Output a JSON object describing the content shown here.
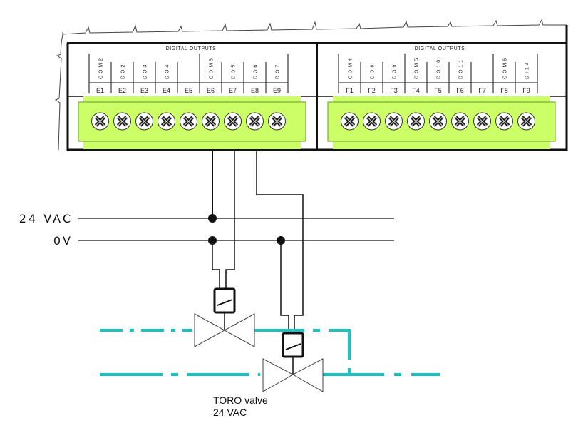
{
  "diagram": {
    "title": "Digital outputs wiring to TORO valves",
    "colors": {
      "terminal_block": "#ccff66",
      "terminal_block_edge": "#66aa33",
      "pipe": "#19c3c3",
      "wire": "#111111"
    },
    "modules": [
      {
        "id": "E",
        "header": "DIGITAL OUTPUTS",
        "signals": [
          "COM2",
          "DO2",
          "DO3",
          "DO4",
          "",
          "COM3",
          "DO5",
          "DO6",
          "DO7"
        ],
        "terminals": [
          "E1",
          "E2",
          "E3",
          "E4",
          "E5",
          "E6",
          "E7",
          "E8",
          "E9"
        ]
      },
      {
        "id": "F",
        "header": "DIGITAL OUTPUTS",
        "signals": [
          "COM4",
          "DO8",
          "DO9",
          "COM5",
          "DO10",
          "DO11",
          "",
          "COM6",
          "DI14"
        ],
        "terminals": [
          "F1",
          "F2",
          "F3",
          "F4",
          "F5",
          "F6",
          "F7",
          "F8",
          "F9"
        ]
      }
    ],
    "bus_lines": [
      {
        "id": "vac",
        "label": "24 VAC"
      },
      {
        "id": "zero",
        "label": "0V"
      }
    ],
    "valves": [
      {
        "id": "valve-1",
        "driven_by": "E7"
      },
      {
        "id": "valve-2",
        "driven_by": "E8"
      }
    ],
    "note": {
      "line1": "TORO valve",
      "line2": "24 VAC"
    }
  }
}
